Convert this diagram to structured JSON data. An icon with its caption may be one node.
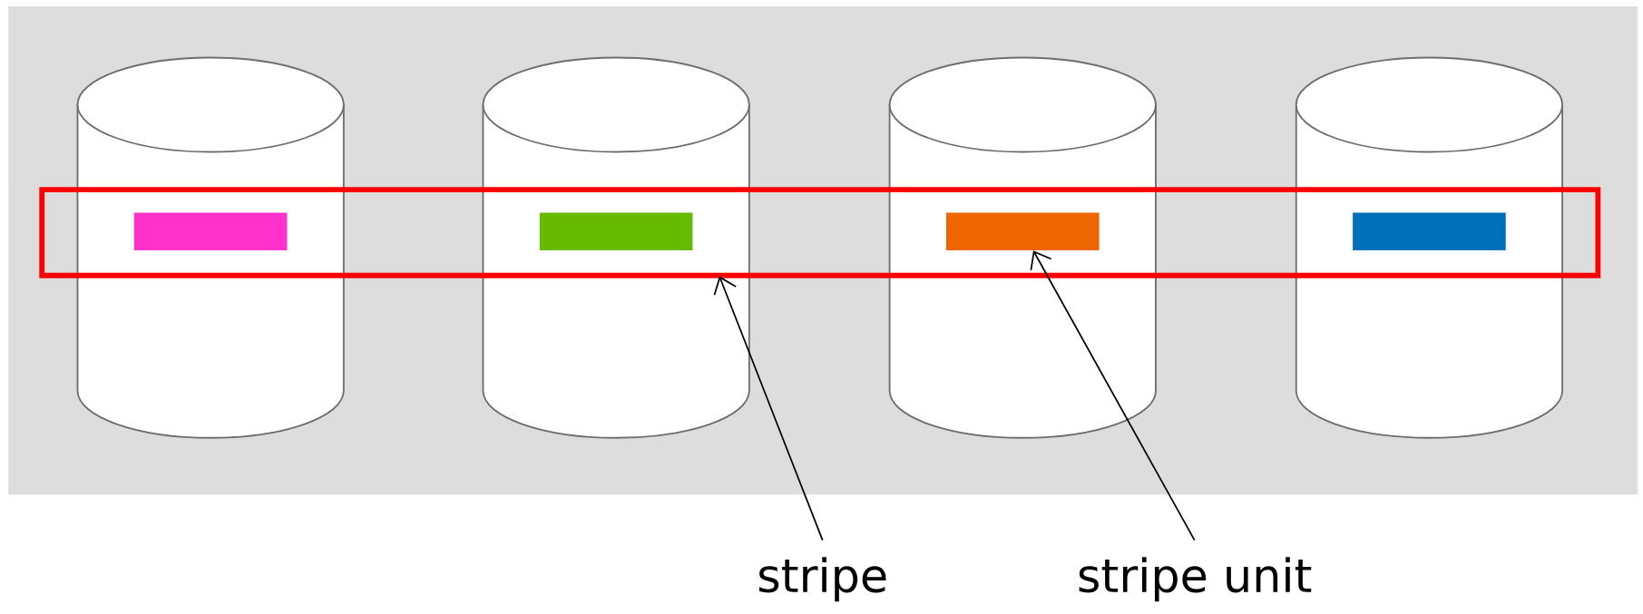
{
  "diagram": {
    "nodes": [
      {
        "text": [],
        "shape": "cylinder"
      },
      {
        "text": [],
        "shape": "cylinder"
      },
      {
        "text": [],
        "shape": "cylinder"
      },
      {
        "text": [],
        "shape": "cylinder"
      },
      {
        "text": [],
        "shape": "box"
      },
      {
        "text": [],
        "shape": "bar"
      },
      {
        "text": [],
        "shape": "bar"
      },
      {
        "text": [],
        "shape": "bar"
      },
      {
        "text": [],
        "shape": "bar"
      },
      {
        "text": [
          "stripe"
        ]
      },
      {
        "text": [
          "stripe unit"
        ]
      }
    ],
    "edges": [
      {
        "from": 9,
        "to": 4,
        "arrow": "to"
      },
      {
        "from": 10,
        "to": 7,
        "arrow": "to"
      }
    ]
  }
}
